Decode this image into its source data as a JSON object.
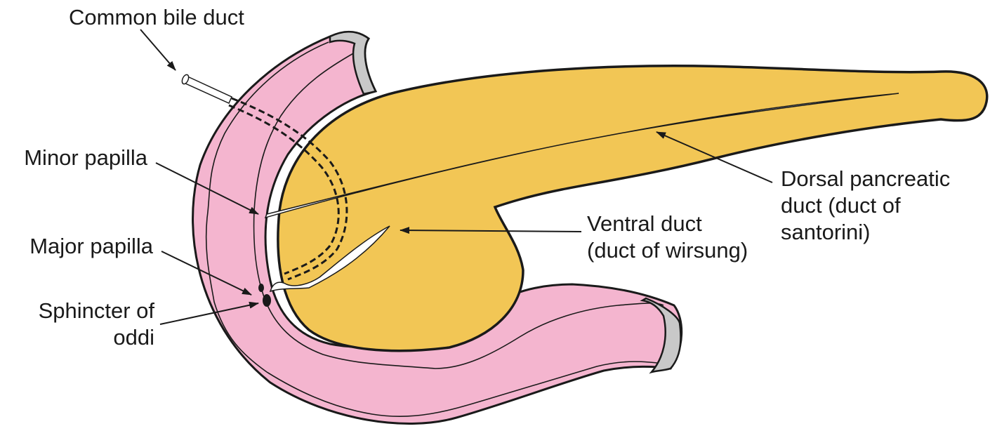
{
  "labels": {
    "common_bile_duct": "Common bile duct",
    "minor_papilla": "Minor papilla",
    "major_papilla": "Major papilla",
    "sphincter_of_oddi": "Sphincter of\noddi",
    "ventral_duct": "Ventral duct\n(duct of wirsung)",
    "dorsal_duct": "Dorsal pancreatic\nduct (duct of\nsantorini)"
  },
  "colors": {
    "pancreas": "#f2c655",
    "duodenum": "#f4b5cf",
    "duodenum_cut": "#c8c8c8",
    "duct": "#ffffff",
    "outline": "#1a1a1a"
  }
}
